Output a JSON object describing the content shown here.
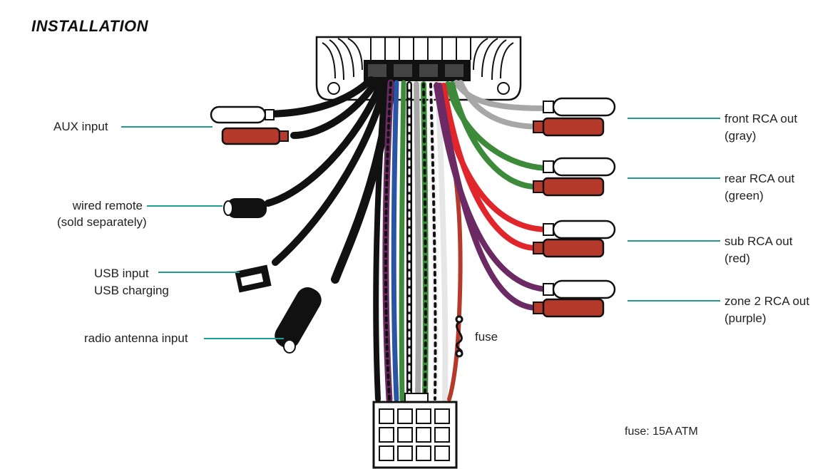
{
  "title": "INSTALLATION",
  "labels": {
    "aux_input": "AUX input",
    "wired_remote": "wired remote",
    "wired_remote_note": "(sold separately)",
    "usb_input": "USB input",
    "usb_charging": "USB charging",
    "radio_antenna": "radio antenna input",
    "front_rca": "front RCA out",
    "front_rca_color": "(gray)",
    "rear_rca": "rear RCA out",
    "rear_rca_color": "(green)",
    "sub_rca": "sub RCA out",
    "sub_rca_color": "(red)",
    "zone2_rca": "zone 2 RCA out",
    "zone2_rca_color": "(purple)",
    "fuse": "fuse",
    "fuse_spec": "fuse: 15A ATM"
  },
  "colors": {
    "leader_line": "#1f9c93",
    "wire_black": "#111111",
    "wire_gray": "#a7a7a7",
    "wire_green": "#3c8a3a",
    "wire_red": "#e0262b",
    "wire_purple": "#6b2a63",
    "wire_blue": "#2a54a4",
    "wire_white": "#f2f2f2",
    "rca_red": "#b53a2c",
    "rca_white": "#ffffff"
  }
}
